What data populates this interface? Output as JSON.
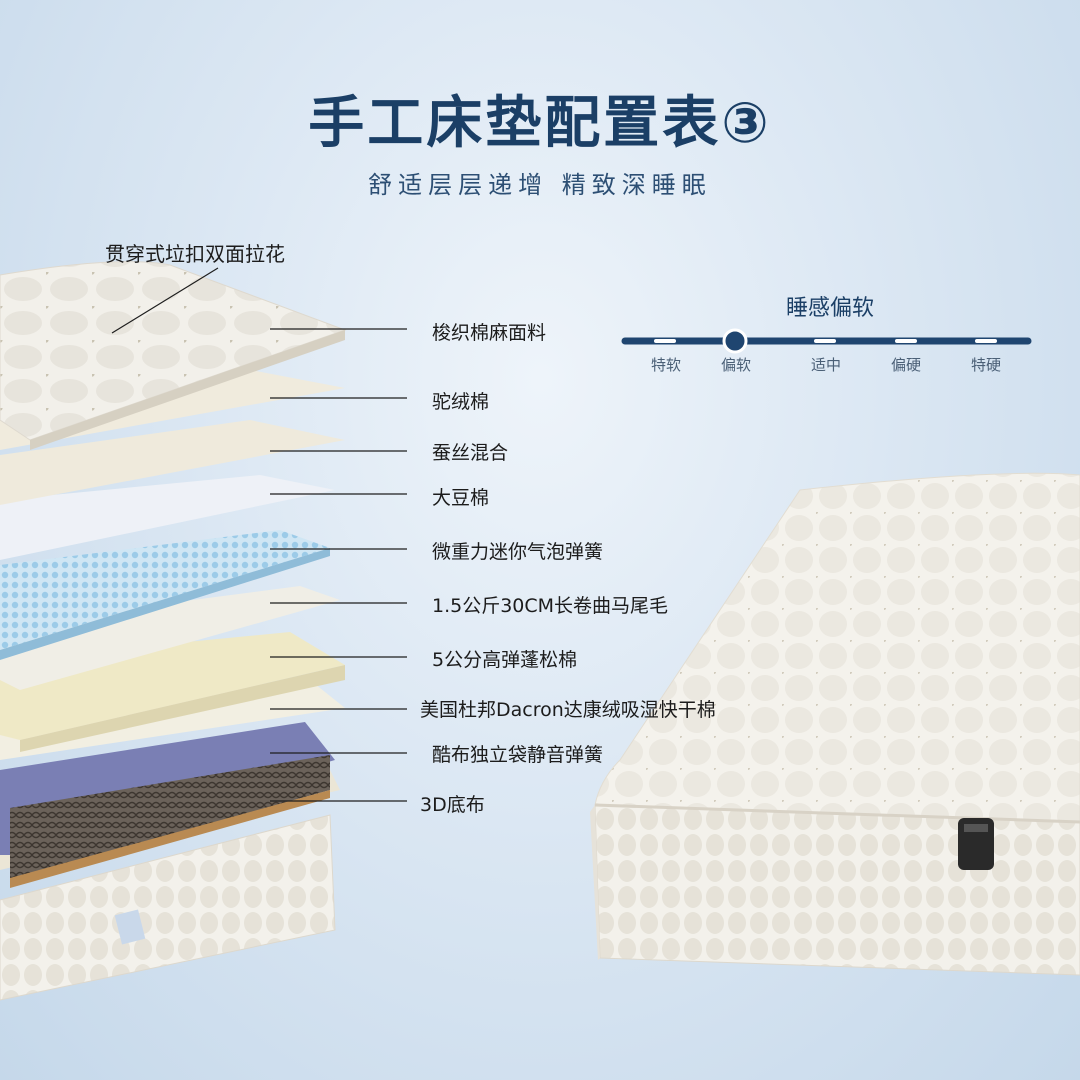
{
  "header": {
    "title": "手工床垫配置表③",
    "subtitle": "舒适层层递增 精致深睡眠"
  },
  "callout_top": "贯穿式垃扣双面拉花",
  "layers": [
    {
      "label": "梭织棉麻面料"
    },
    {
      "label": "驼绒棉"
    },
    {
      "label": "蚕丝混合"
    },
    {
      "label": "大豆棉"
    },
    {
      "label": "微重力迷你气泡弹簧"
    },
    {
      "label": "1.5公斤30CM长卷曲马尾毛"
    },
    {
      "label": "5公分高弹蓬松棉"
    },
    {
      "label": "美国杜邦Dacron达康绒吸湿快干棉"
    },
    {
      "label": "酷布独立袋静音弹簧"
    },
    {
      "label": "3D底布"
    }
  ],
  "firmness": {
    "title": "睡感偏软",
    "options": [
      "特软",
      "偏软",
      "适中",
      "偏硬",
      "特硬"
    ],
    "selected": "偏软"
  },
  "colors": {
    "title": "#1b3f66",
    "scale_track": "#1f4570",
    "mesh": "#a8d4ee",
    "cream": "#efe9d2"
  }
}
